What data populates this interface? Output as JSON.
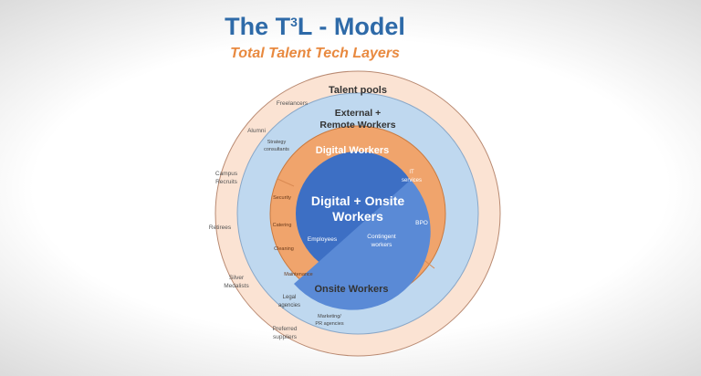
{
  "title": {
    "prefix": "The T",
    "superscript": "3",
    "suffix": "L - Model",
    "subtitle": "Total Talent Tech Layers"
  },
  "colors": {
    "title": "#2e6aa8",
    "subtitle": "#e8893f",
    "talent_pools": "#fbe3d3",
    "external_remote": "#bfd8ef",
    "digital_onsite_ring": "#f0a46c",
    "core_employees": "#3d6fc4",
    "core_contingent": "#5a8ad6"
  },
  "layers": {
    "talent_pools": {
      "title": "Talent pools",
      "items": [
        "Freelancers",
        "Alumni",
        "Campus",
        "Recruits",
        "Retirees",
        "Silver",
        "Medalists",
        "Preferred",
        "suppliers"
      ]
    },
    "external_remote": {
      "title_line1": "External +",
      "title_line2": "Remote Workers",
      "items": [
        "Strategy",
        "consultants",
        "Legal",
        "agencies",
        "Marketing/",
        "PR agencies"
      ]
    },
    "digital": {
      "title": "Digital Workers",
      "items": [
        "IT",
        "services",
        "BPO"
      ]
    },
    "onsite": {
      "title": "Onsite Workers",
      "items": [
        "Security",
        "Catering",
        "Cleaning",
        "Maintenance"
      ]
    },
    "core": {
      "title_line1": "Digital + Onsite",
      "title_line2": "Workers",
      "employees": "Employees",
      "contingent_line1": "Contingent",
      "contingent_line2": "workers"
    }
  }
}
